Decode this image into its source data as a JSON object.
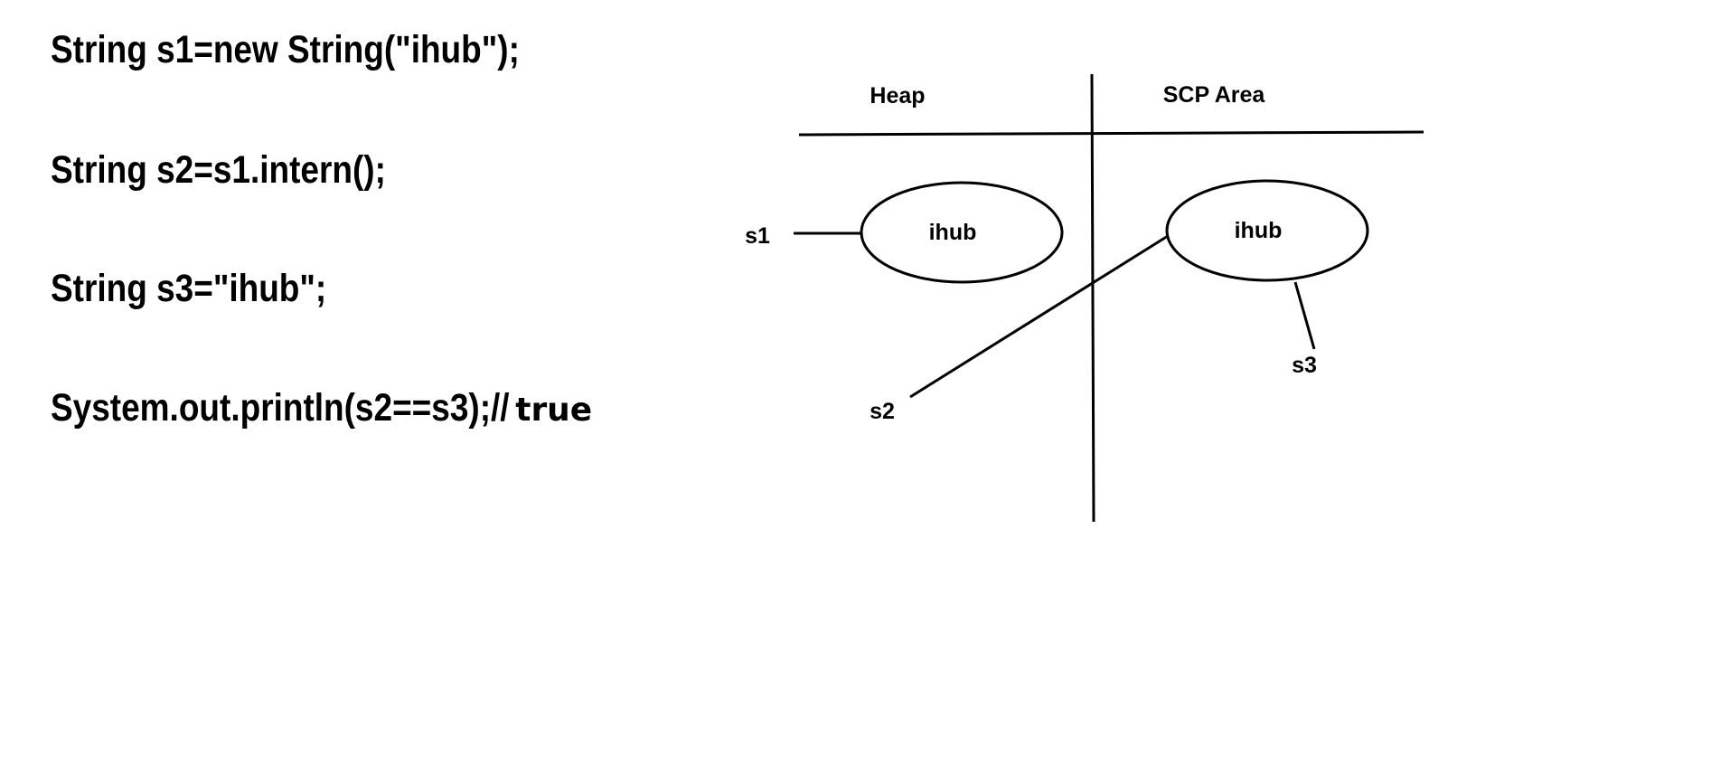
{
  "code": {
    "line1": "String s1=new String(\"ihub\");",
    "line2": "String s2=s1.intern();",
    "line3": "String s3=\"ihub\";",
    "line4": "System.out.println(s2==s3);//",
    "line4_result": "true"
  },
  "diagram": {
    "heap_label": "Heap",
    "scp_label": "SCP Area",
    "heap_object_text": "ihub",
    "scp_object_text": "ihub",
    "ref_s1": "s1",
    "ref_s2": "s2",
    "ref_s3": "s3"
  }
}
